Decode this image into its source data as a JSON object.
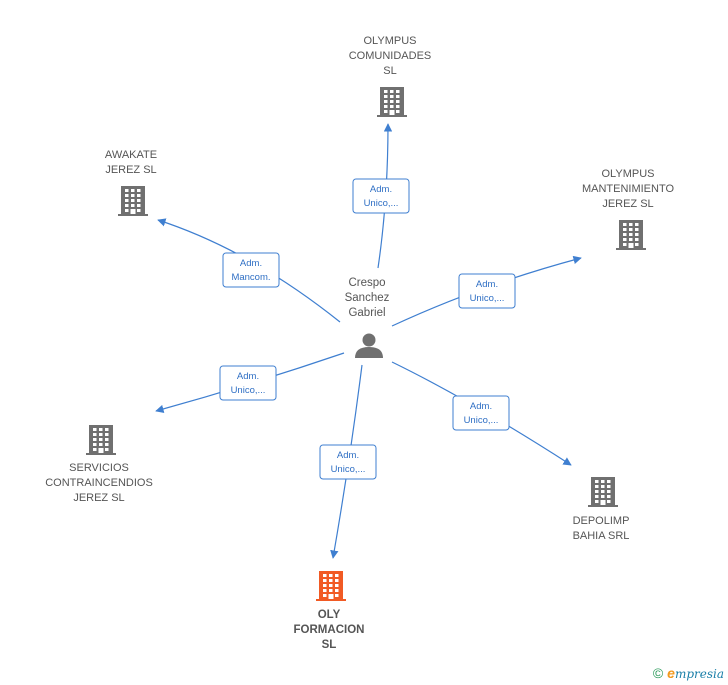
{
  "center": {
    "name_lines": [
      "Crespo",
      "Sanchez",
      "Gabriel"
    ],
    "icon": "person-icon"
  },
  "colors": {
    "edge": "#3f7fd0",
    "company": "#707070",
    "highlight": "#f15a24",
    "text": "#555555"
  },
  "companies": [
    {
      "id": "olympus-comunidades",
      "lines": [
        "OLYMPUS",
        "COMUNIDADES",
        "SL"
      ],
      "edge_lines": [
        "Adm.",
        "Unico,..."
      ],
      "highlight": false
    },
    {
      "id": "awakate-jerez",
      "lines": [
        "AWAKATE",
        "JEREZ  SL"
      ],
      "edge_lines": [
        "Adm.",
        "Mancom."
      ],
      "highlight": false
    },
    {
      "id": "olympus-mantenimiento",
      "lines": [
        "OLYMPUS",
        "MANTENIMIENTO",
        "JEREZ  SL"
      ],
      "edge_lines": [
        "Adm.",
        "Unico,..."
      ],
      "highlight": false
    },
    {
      "id": "servicios-contraincendios",
      "lines": [
        "SERVICIOS",
        "CONTRAINCENDIOS",
        "JEREZ  SL"
      ],
      "edge_lines": [
        "Adm.",
        "Unico,..."
      ],
      "highlight": false
    },
    {
      "id": "depolimp-bahia",
      "lines": [
        "DEPOLIMP",
        "BAHIA SRL"
      ],
      "edge_lines": [
        "Adm.",
        "Unico,..."
      ],
      "highlight": false
    },
    {
      "id": "oly-formacion",
      "lines": [
        "OLY",
        "FORMACION",
        "SL"
      ],
      "edge_lines": [
        "Adm.",
        "Unico,..."
      ],
      "highlight": true
    }
  ],
  "footer": {
    "copyright": "©",
    "brand_first": "e",
    "brand_rest": "mpresia"
  }
}
